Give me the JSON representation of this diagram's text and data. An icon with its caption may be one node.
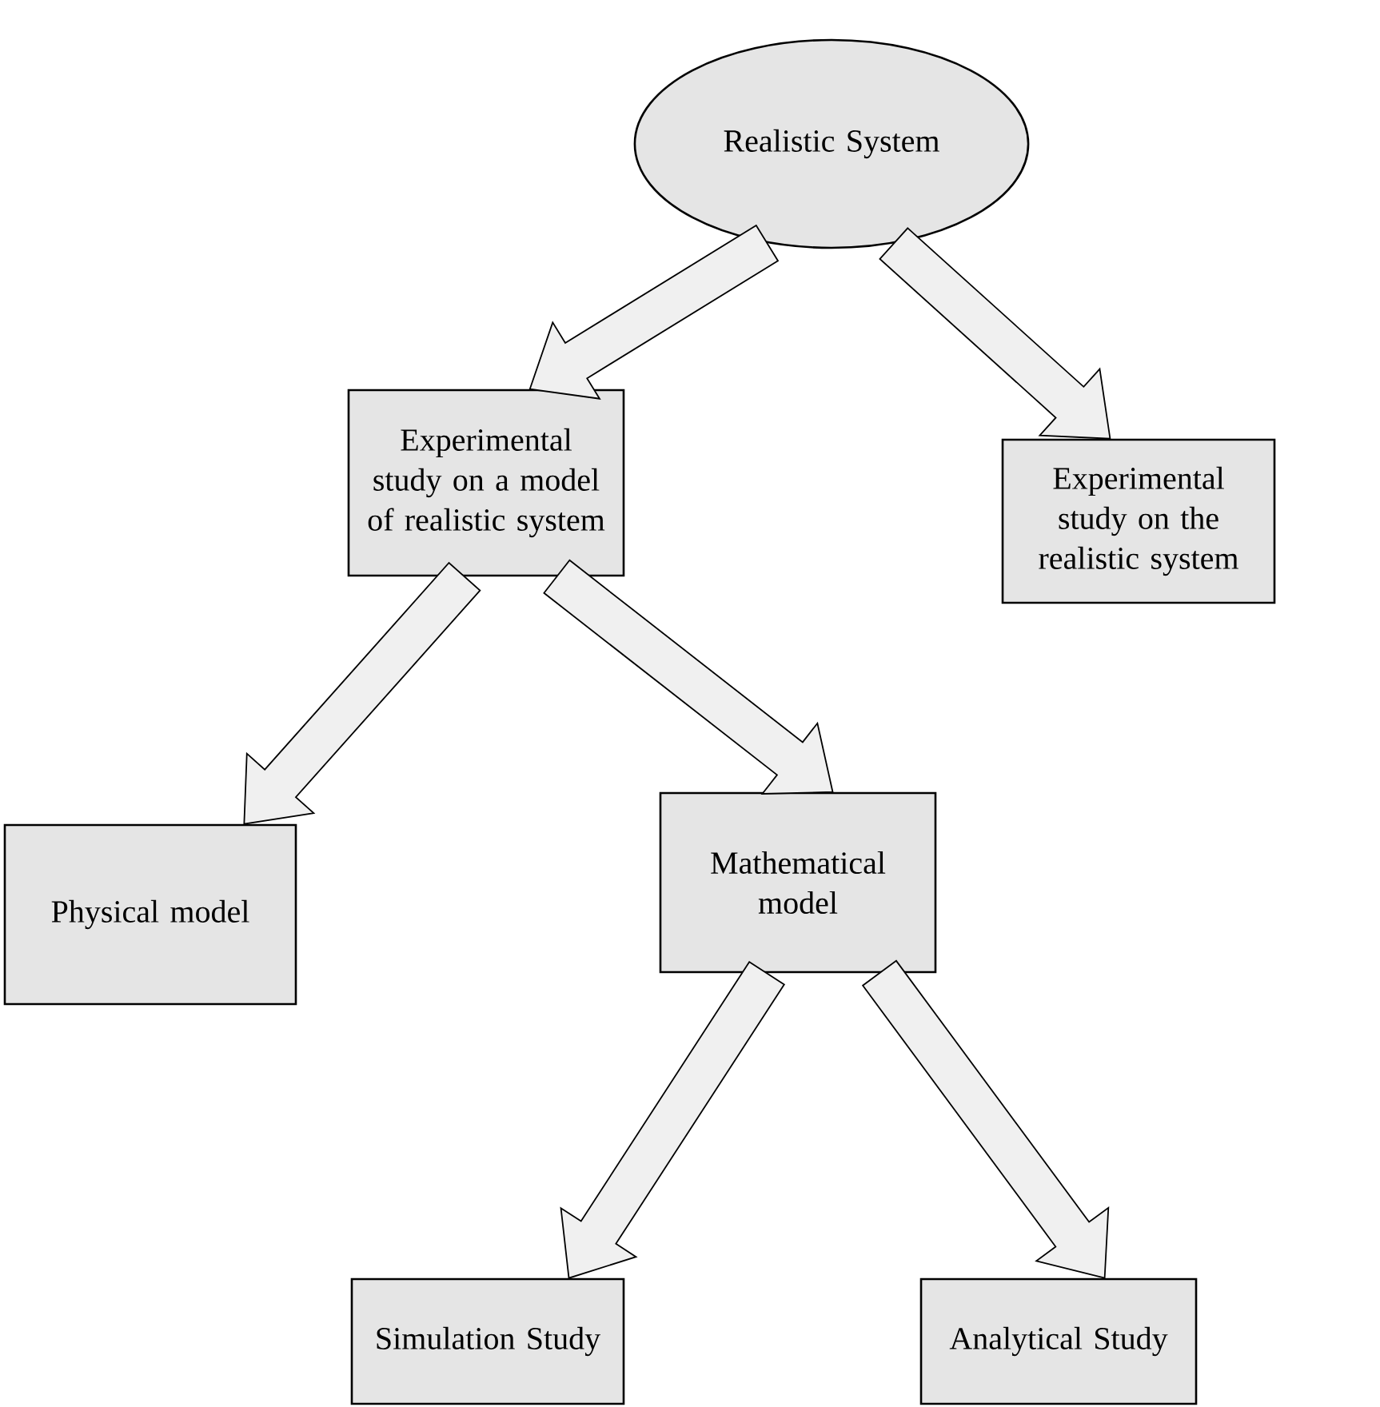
{
  "diagram": {
    "nodes": [
      {
        "text": [
          "Realistic System"
        ]
      },
      {
        "text": [
          "Experimental study on a model of realistic system"
        ]
      },
      {
        "text": [
          "Experimental study on the realistic system"
        ]
      },
      {
        "text": [
          "Physical model"
        ]
      },
      {
        "text": [
          "Mathematical model"
        ]
      },
      {
        "text": [
          "Simulation Study"
        ]
      },
      {
        "text": [
          "Analytical Study"
        ]
      }
    ],
    "edges": [
      {
        "from": 0,
        "to": 1,
        "arrow": "to"
      },
      {
        "from": 0,
        "to": 2,
        "arrow": "to"
      },
      {
        "from": 1,
        "to": 3,
        "arrow": "to"
      },
      {
        "from": 1,
        "to": 4,
        "arrow": "to"
      },
      {
        "from": 4,
        "to": 5,
        "arrow": "to"
      },
      {
        "from": 4,
        "to": 6,
        "arrow": "to"
      }
    ]
  }
}
